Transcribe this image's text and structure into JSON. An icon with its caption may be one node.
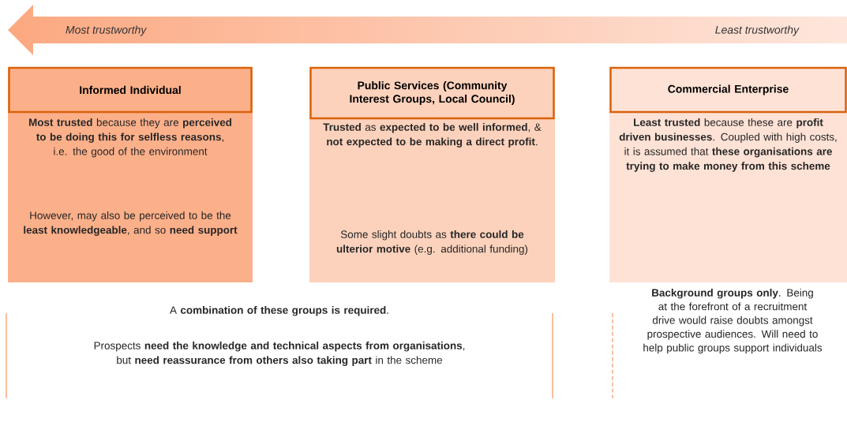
{
  "diagram": {
    "nodes": [
      {
        "text": [
          "Informed Individual",
          "**Most trusted** because they are **perceived to be doing this for selfless reasons**, i.e. the good of the environment",
          "However, may also be perceived to be the **least knowledgeable**, and so **need support**"
        ]
      },
      {
        "text": [
          "Public Services (Community Interest Groups, Local Council)",
          "**Trusted** as **expected to be well informed**, & **not expected to be making a direct profit**.",
          "Some slight doubts as **there could be ulterior motive** (e.g. additional funding)"
        ]
      },
      {
        "text": [
          "Commercial Enterprise",
          "**Least trusted** because these are **profit driven businesses**. Coupled with high costs, it is assumed that **these organisations are trying to make money from this scheme**"
        ]
      }
    ],
    "labels": [
      "Most trustworthy",
      "Least trustworthy",
      "A **combination of these groups is required**.",
      "Prospects **need the knowledge and technical aspects from organisations**, but **need reassurance from others also taking part** in the scheme",
      "**Background groups only**. Being at the forefront of a recruitment drive would raise doubts amongst prospective audiences. Will need to help public groups support individuals"
    ]
  }
}
